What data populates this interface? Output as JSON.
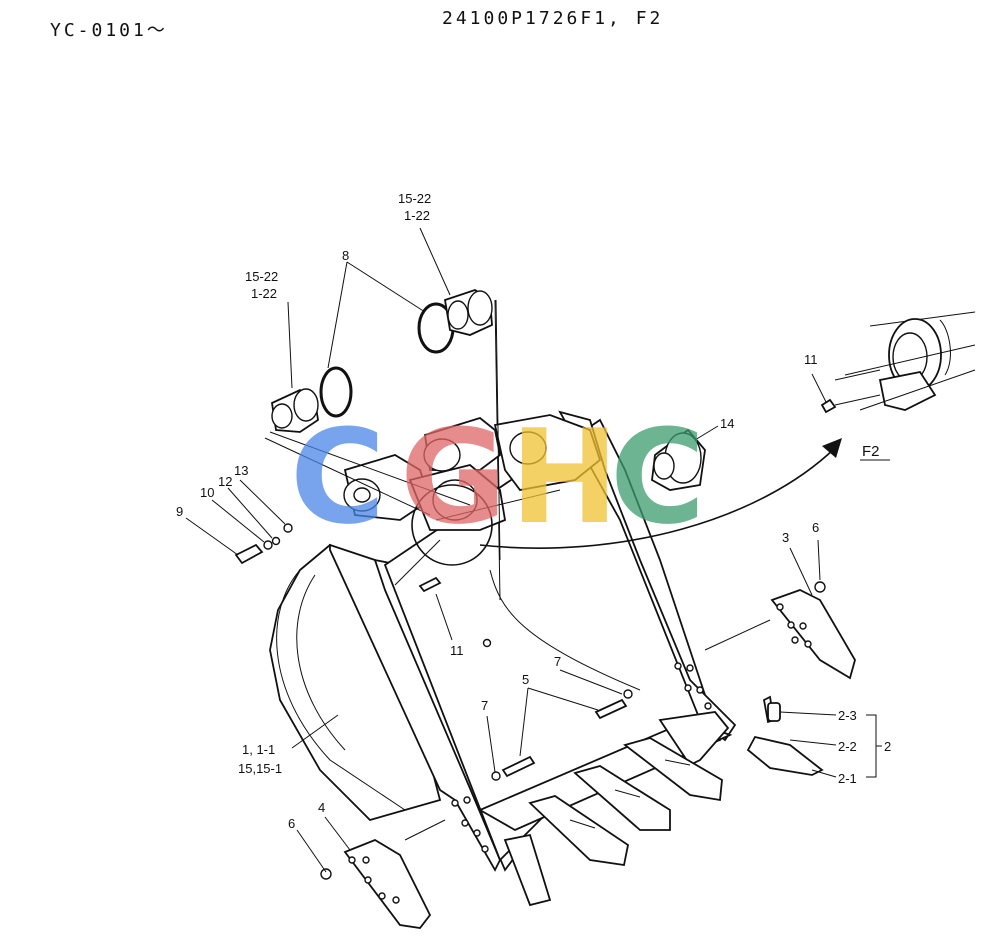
{
  "header": {
    "serial_range": "YC-0101〜",
    "part_number": "24100P1726F1, F2"
  },
  "callouts": {
    "c15_22_left": "15-22",
    "c1_22_left": "1-22",
    "c15_22_top": "15-22",
    "c1_22_top": "1-22",
    "c8": "8",
    "c14": "14",
    "c11_upper": "11",
    "c11_lower": "11",
    "c9": "9",
    "c10": "10",
    "c12": "12",
    "c13": "13",
    "c3": "3",
    "c6_right": "6",
    "c6_left": "6",
    "c4": "4",
    "c7_a": "7",
    "c7_b": "7",
    "c5": "5",
    "c1_a": "1, 1-1",
    "c1_b": "15,15-1",
    "c2_3": "2-3",
    "c2_2": "2-2",
    "c2": "2",
    "c2_1": "2-1",
    "f2": "F2"
  },
  "watermark": {
    "letters": [
      "C",
      "G",
      "H",
      "C"
    ],
    "colors": [
      "#4a86e8",
      "#e06666",
      "#f1c232",
      "#3c9b6e"
    ]
  }
}
